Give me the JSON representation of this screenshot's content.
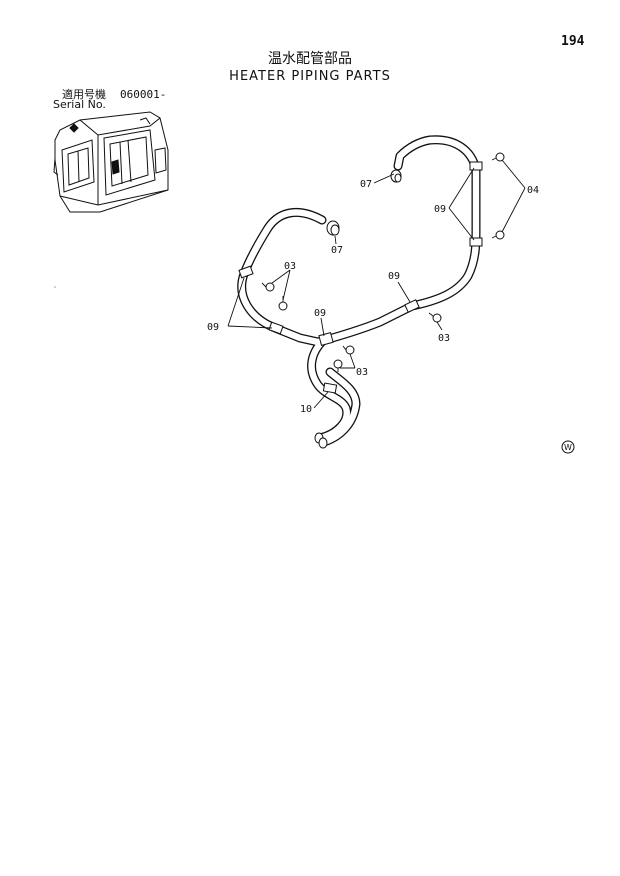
{
  "page_number": "194",
  "title_ja": "温水配管部品",
  "title_en": "HEATER PIPING PARTS",
  "serial": {
    "label_ja": "適用号機",
    "label_en": "Serial No.",
    "number": "060001-"
  },
  "callouts": {
    "c03a": "03",
    "c03b": "03",
    "c03c": "03",
    "c04": "04",
    "c07a": "07",
    "c07b": "07",
    "c09a": "09",
    "c09b": "09",
    "c09c": "09",
    "c09d": "09",
    "c10": "10"
  },
  "watermark": "W"
}
